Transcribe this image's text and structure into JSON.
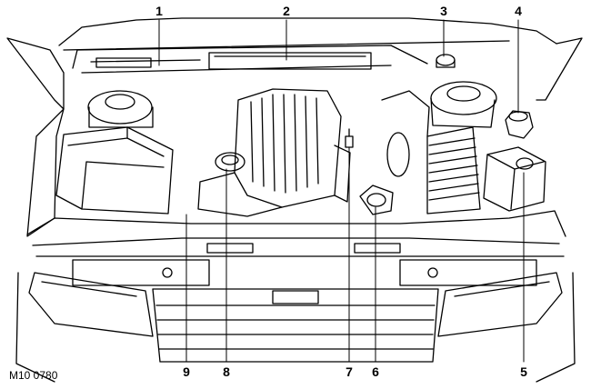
{
  "figure_code": "M10 0780",
  "callouts": [
    {
      "label": "1"
    },
    {
      "label": "2"
    },
    {
      "label": "3"
    },
    {
      "label": "4"
    },
    {
      "label": "5"
    },
    {
      "label": "6"
    },
    {
      "label": "7"
    },
    {
      "label": "8"
    },
    {
      "label": "9"
    }
  ]
}
